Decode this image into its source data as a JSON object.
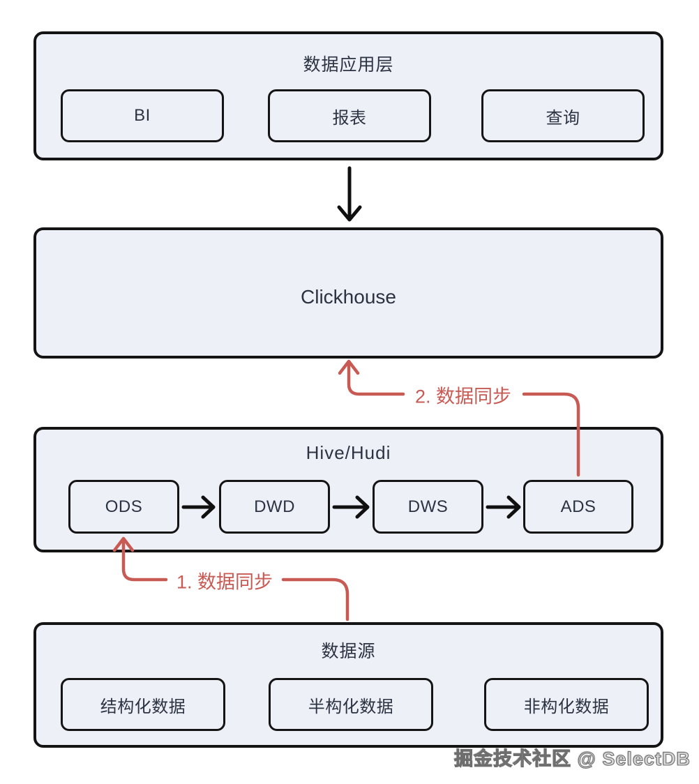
{
  "colors": {
    "box_fill": "#eef0f7",
    "box_border": "#141414",
    "accent_red": "#c85a54",
    "text": "#2b3242"
  },
  "layers": {
    "app": {
      "title": "数据应用层",
      "items": [
        {
          "label": "BI"
        },
        {
          "label": "报表"
        },
        {
          "label": "查询"
        }
      ]
    },
    "clickhouse": {
      "label": "Clickhouse"
    },
    "warehouse": {
      "title": "Hive/Hudi",
      "items": [
        {
          "label": "ODS"
        },
        {
          "label": "DWD"
        },
        {
          "label": "DWS"
        },
        {
          "label": "ADS"
        }
      ]
    },
    "source": {
      "title": "数据源",
      "items": [
        {
          "label": "结构化数据"
        },
        {
          "label": "半构化数据"
        },
        {
          "label": "非构化数据"
        }
      ]
    }
  },
  "annotations": {
    "sync1": "1. 数据同步",
    "sync2": "2. 数据同步"
  },
  "watermark": "掘金技术社区 @ SelectDB"
}
